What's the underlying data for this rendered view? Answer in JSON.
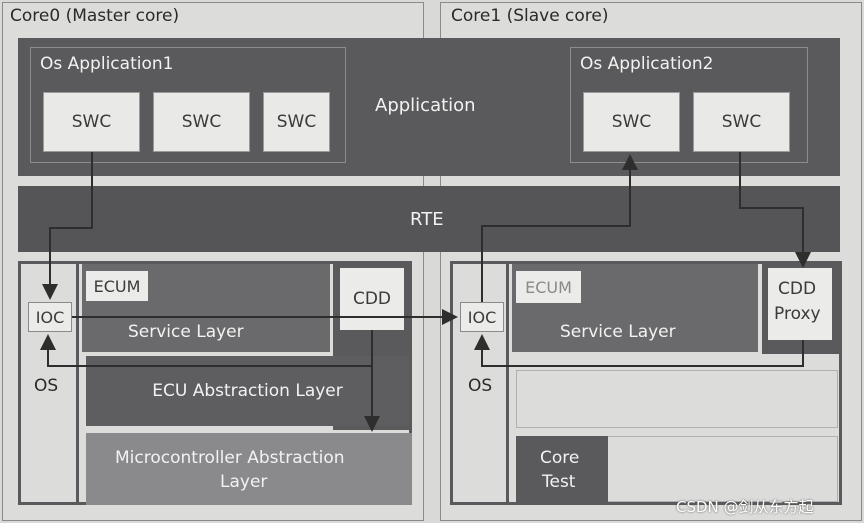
{
  "cores": {
    "core0_title": "Core0 (Master core)",
    "core1_title": "Core1 (Slave core)"
  },
  "application": {
    "label": "Application",
    "os_app1_label": "Os Application1",
    "os_app2_label": "Os Application2",
    "swc_label": "SWC"
  },
  "rte": {
    "label": "RTE"
  },
  "core0": {
    "ecum": "ECUM",
    "service_layer": "Service Layer",
    "cdd": "CDD",
    "ioc": "IOC",
    "os": "OS",
    "ecu_abstraction": "ECU Abstraction Layer",
    "mcal_line1": "Microcontroller Abstraction",
    "mcal_line2": "Layer"
  },
  "core1": {
    "ecum": "ECUM",
    "service_layer": "Service Layer",
    "cdd_proxy_line1": "CDD",
    "cdd_proxy_line2": "Proxy",
    "ioc": "IOC",
    "os": "OS",
    "core_test_line1": "Core",
    "core_test_line2": "Test"
  },
  "watermark": "CSDN @剑从东方起",
  "colors": {
    "background": "#d9d9d7",
    "dark": "#5a5a5c",
    "light_box": "#ebebea",
    "mcal": "#8a8a8c",
    "arrow": "#2e2e2e"
  }
}
